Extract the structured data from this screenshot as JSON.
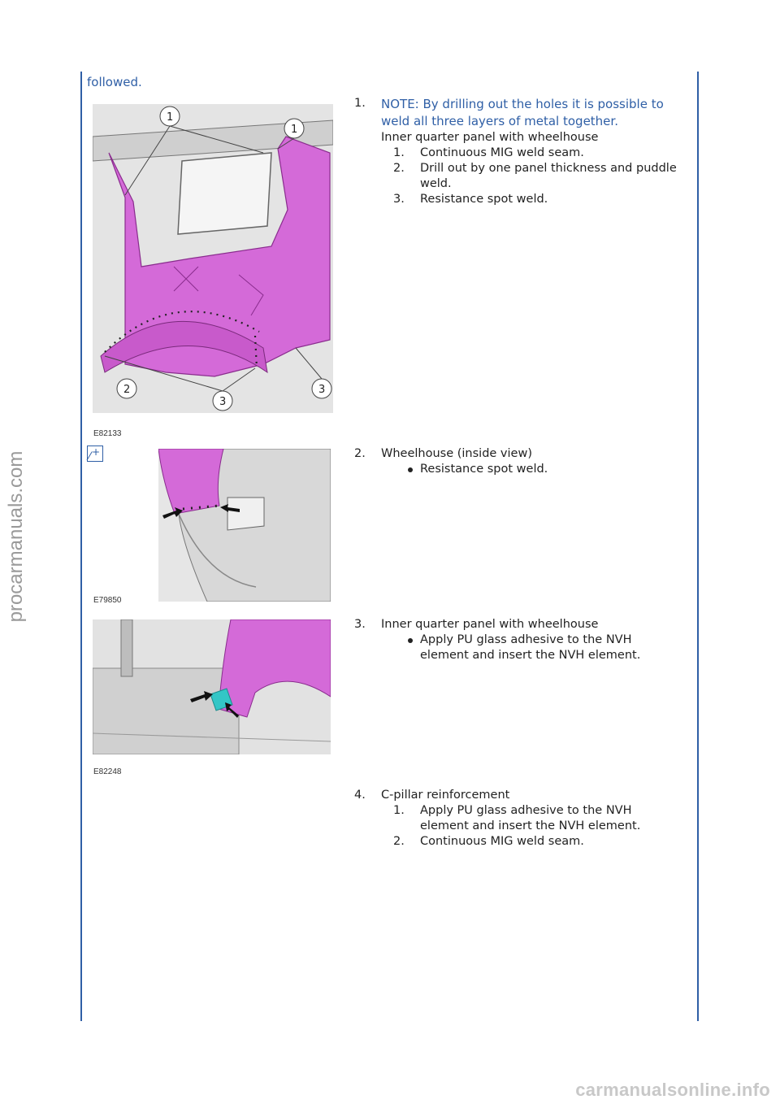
{
  "continuation": "followed.",
  "watermark": "procarmanuals.com",
  "footer_watermark": "carmanualsonline.info",
  "figures": [
    {
      "code": "E82133",
      "callouts": [
        "1",
        "1",
        "2",
        "3",
        "3"
      ]
    },
    {
      "code": "E79850"
    },
    {
      "code": "E82248"
    }
  ],
  "steps": [
    {
      "number": "1.",
      "note": "NOTE: By drilling out the holes it is possible to weld all three layers of metal together.",
      "title": "Inner quarter panel with wheelhouse",
      "items": [
        {
          "n": "1.",
          "text": "Continuous MIG weld seam."
        },
        {
          "n": "2.",
          "text": "Drill out by one panel thickness and puddle weld."
        },
        {
          "n": "3.",
          "text": "Resistance spot weld."
        }
      ]
    },
    {
      "number": "2.",
      "title": "Wheelhouse (inside view)",
      "bullets": [
        "Resistance spot weld."
      ]
    },
    {
      "number": "3.",
      "title": "Inner quarter panel with wheelhouse",
      "bullets": [
        "Apply PU glass adhesive to the NVH element and insert the NVH element."
      ]
    },
    {
      "number": "4.",
      "title": "C-pillar reinforcement",
      "items": [
        {
          "n": "1.",
          "text": "Apply PU glass adhesive to the NVH element and insert the NVH element."
        },
        {
          "n": "2.",
          "text": "Continuous MIG weld seam."
        }
      ]
    }
  ],
  "colors": {
    "accent": "#2f5fa6",
    "highlight_panel": "#d46ad8",
    "nvh_element": "#33c6c6"
  }
}
